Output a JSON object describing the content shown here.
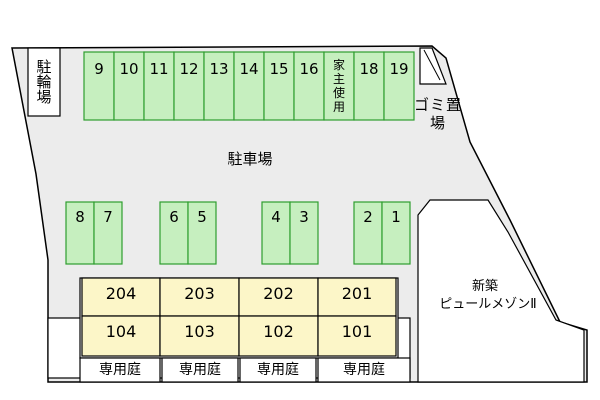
{
  "colors": {
    "ground": "#ececec",
    "parking_space": "#c6efbf",
    "parking_border": "#2e9e2e",
    "apartment_unit": "#fcf6c8",
    "outline": "#000000",
    "background": "#ffffff"
  },
  "map": {
    "bicycle_parking": {
      "label": "駐輪場"
    },
    "family_space": {
      "label": "家主使用"
    },
    "garbage_area": {
      "label": "ゴミ置場"
    },
    "parking_lot_title": "駐車場",
    "neighbor_building": {
      "line1": "新築",
      "line2": "ピュールメゾンⅡ"
    },
    "parking_spaces_top": [
      "9",
      "10",
      "11",
      "12",
      "13",
      "14",
      "15",
      "16",
      "18",
      "19"
    ],
    "parking_spaces_bottom": [
      "8",
      "7",
      "6",
      "5",
      "4",
      "3",
      "2",
      "1"
    ],
    "units_upper": [
      "204",
      "203",
      "202",
      "201"
    ],
    "units_lower": [
      "104",
      "103",
      "102",
      "101"
    ],
    "private_garden_label": "専用庭"
  }
}
